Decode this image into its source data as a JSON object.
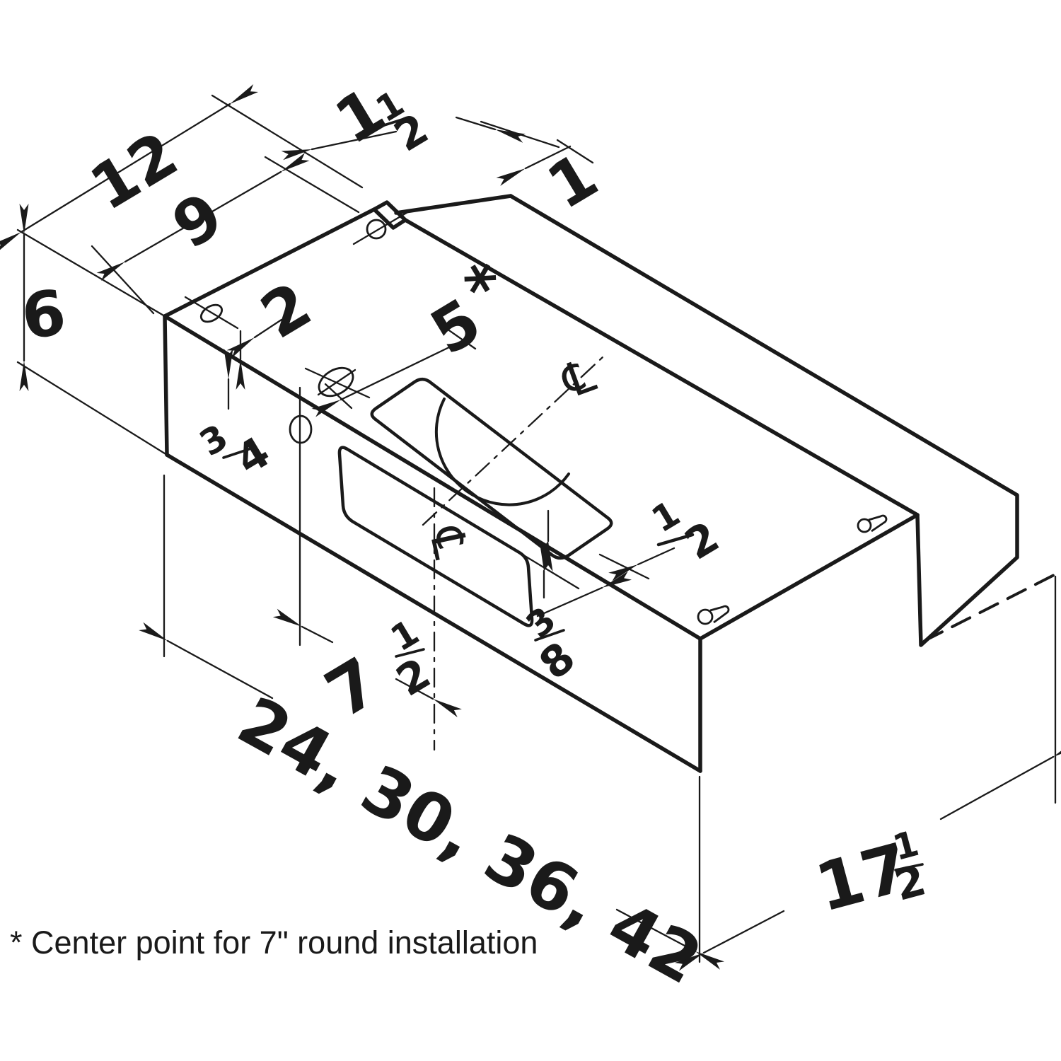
{
  "diagram_type": "range-hood installation dimension drawing (isometric)",
  "colors": {
    "ink": "#1a1a1a",
    "background": "#ffffff"
  },
  "labels": {
    "d12": "12",
    "d9": "9",
    "d6": "6",
    "d2": "2",
    "d1": "1",
    "d5": "5",
    "d5_star": "*",
    "d1_5_whole": "1",
    "d1_5_num": "1",
    "d1_5_den": "2",
    "d3_4_num": "3",
    "d3_4_den": "4",
    "d1_2_num": "1",
    "d1_2_den": "2",
    "d3_8_num": "3",
    "d3_8_den": "8",
    "d7_5_whole": "7",
    "d7_5_num": "1",
    "d7_5_den": "2",
    "widths": "24, 30, 36, 42",
    "d17_5_whole": "17",
    "d17_5_num": "1",
    "d17_5_den": "2",
    "centerline_top": "℄",
    "centerline_duct": "℄",
    "note": "* Center point for 7\" round installation"
  }
}
